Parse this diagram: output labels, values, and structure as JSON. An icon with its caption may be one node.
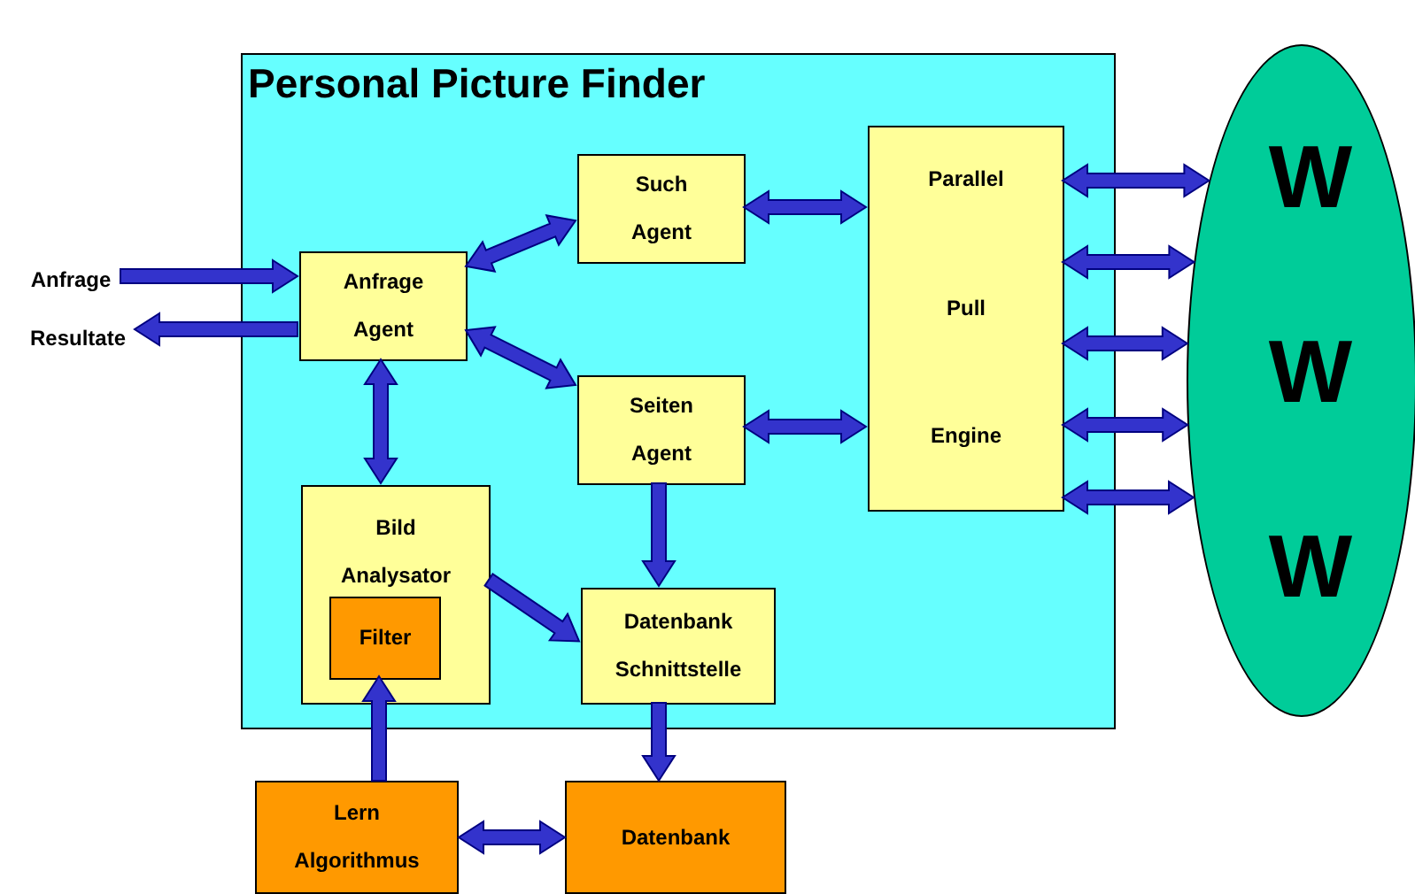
{
  "diagram": {
    "nodes": [
      {
        "text": [
          "Personal Picture Finder"
        ]
      },
      {
        "text": [
          "Anfrage"
        ]
      },
      {
        "text": [
          "Resultate"
        ]
      },
      {
        "text": [
          "Anfrage Agent"
        ],
        "in": 0
      },
      {
        "text": [
          "Such Agent"
        ],
        "in": 0
      },
      {
        "text": [
          "Seiten Agent"
        ],
        "in": 0
      },
      {
        "text": [
          "Parallel",
          "Pull",
          "Engine"
        ],
        "in": 0
      },
      {
        "text": [
          "Bild Analysator"
        ],
        "in": 0
      },
      {
        "text": [
          "Filter"
        ],
        "in": 7
      },
      {
        "text": [
          "Datenbank Schnittstelle"
        ],
        "in": 0
      },
      {
        "text": [
          "Lern Algorithmus"
        ]
      },
      {
        "text": [
          "Datenbank"
        ]
      },
      {
        "text": [
          "W",
          "W",
          "W"
        ]
      }
    ],
    "edges": [
      {
        "from": 1,
        "to": 3,
        "arrow": "to"
      },
      {
        "from": 3,
        "to": 2,
        "arrow": "to"
      },
      {
        "from": 3,
        "to": 4,
        "arrow": "both"
      },
      {
        "from": 3,
        "to": 5,
        "arrow": "both"
      },
      {
        "from": 3,
        "to": 7,
        "arrow": "both"
      },
      {
        "from": 4,
        "to": 6,
        "arrow": "both"
      },
      {
        "from": 5,
        "to": 6,
        "arrow": "both"
      },
      {
        "from": 6,
        "to": 12,
        "arrow": "both"
      },
      {
        "from": 6,
        "to": 12,
        "arrow": "both"
      },
      {
        "from": 6,
        "to": 12,
        "arrow": "both"
      },
      {
        "from": 6,
        "to": 12,
        "arrow": "both"
      },
      {
        "from": 6,
        "to": 12,
        "arrow": "both"
      },
      {
        "from": 5,
        "to": 9,
        "arrow": "to"
      },
      {
        "from": 7,
        "to": 9,
        "arrow": "to"
      },
      {
        "from": 10,
        "to": 8,
        "arrow": "to"
      },
      {
        "from": 10,
        "to": 11,
        "arrow": "both"
      },
      {
        "from": 9,
        "to": 11,
        "arrow": "to"
      }
    ]
  }
}
